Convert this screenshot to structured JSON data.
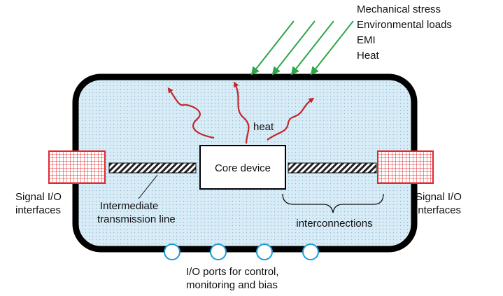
{
  "labels": {
    "stress_lines": [
      "Mechanical stress",
      "Environmental loads",
      "EMI",
      "Heat"
    ],
    "heat": "heat",
    "core_device": "Core device",
    "signal_io_left": [
      "Signal I/O",
      "interfaces"
    ],
    "signal_io_right": [
      "Signal I/O",
      "interfaces"
    ],
    "transmission_line": [
      "Intermediate",
      "transmission line"
    ],
    "interconnections": "interconnections",
    "io_ports": [
      "I/O ports for control,",
      "monitoring and bias"
    ]
  },
  "colors": {
    "enclosure_fill": "#d8ecf7",
    "enclosure_border": "#000000",
    "heat_arrow": "#c0282a",
    "stress_arrow": "#2ea64a",
    "interface_grid": "#e0282e",
    "port_outline": "#1b9ad6"
  }
}
